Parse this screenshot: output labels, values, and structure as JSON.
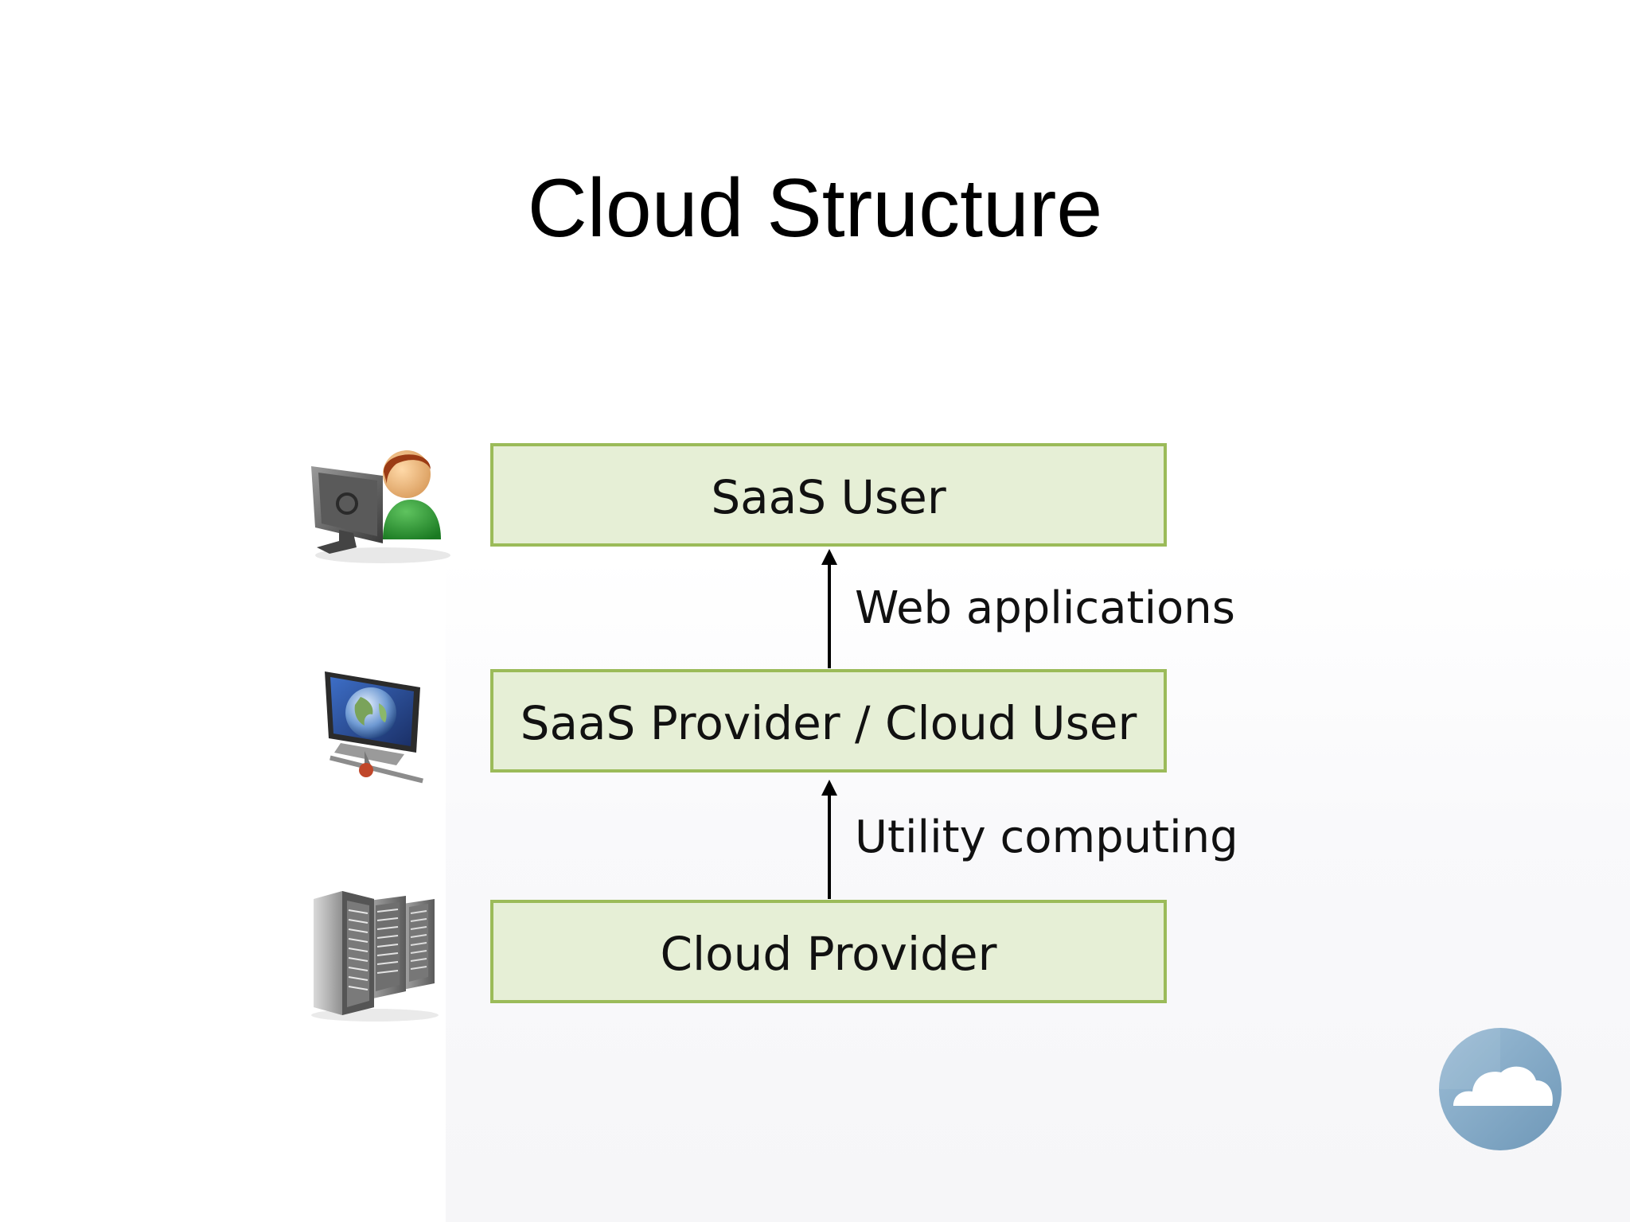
{
  "slide": {
    "title": "Cloud Structure"
  },
  "diagram": {
    "layers": [
      {
        "label": "SaaS User",
        "icon": "user-at-computer-icon"
      },
      {
        "label": "SaaS Provider / Cloud User",
        "icon": "globe-monitor-icon"
      },
      {
        "label": "Cloud Provider",
        "icon": "server-rack-icon"
      }
    ],
    "connections": [
      {
        "label": "Web applications",
        "from": "SaaS Provider / Cloud User",
        "to": "SaaS User"
      },
      {
        "label": "Utility computing",
        "from": "Cloud Provider",
        "to": "SaaS Provider / Cloud User"
      }
    ]
  },
  "branding": {
    "logo_icon": "cloud-logo-icon"
  },
  "colors": {
    "box_fill": "#e6efd6",
    "box_border": "#9bbb59",
    "logo": "#7fa6c4"
  }
}
